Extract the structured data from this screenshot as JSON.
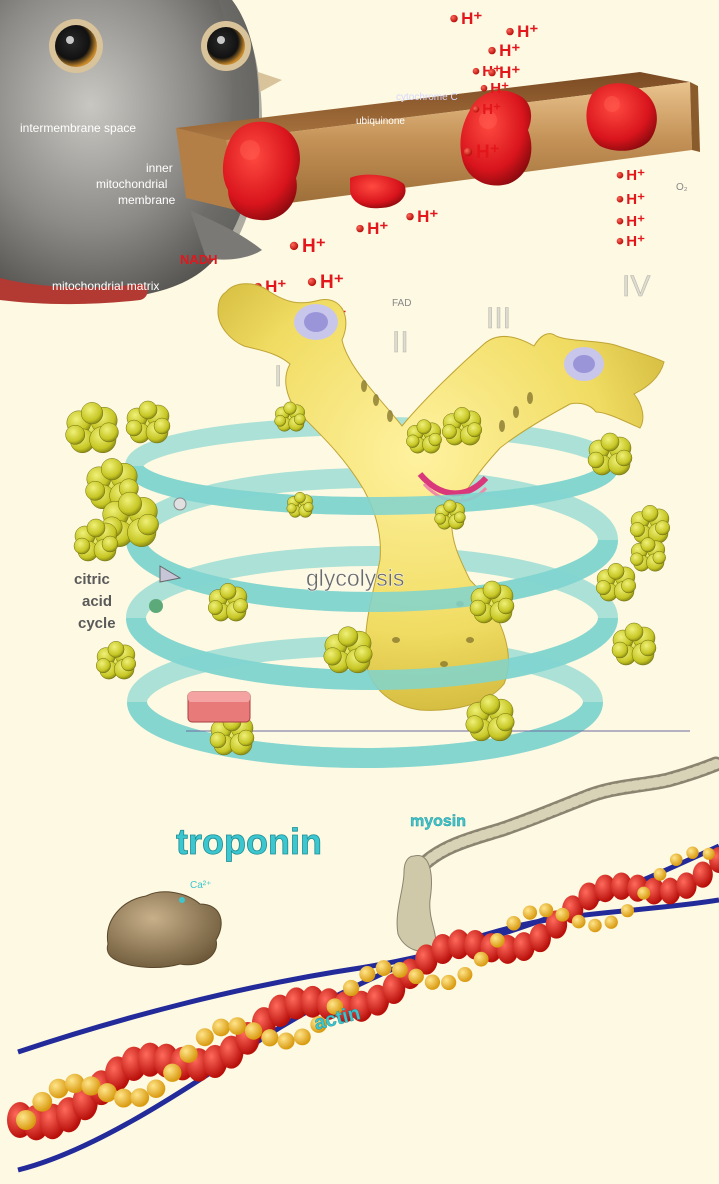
{
  "labels": {
    "intermembrane_space": "intermembrane space",
    "inner_membrane_1": "inner",
    "inner_membrane_2": "mitochondrial",
    "inner_membrane_3": "membrane",
    "matrix": "mitochondrial matrix",
    "nadh": "NADH",
    "cytochrome_c": "cytochrome C",
    "ubiquinone": "ubiquinone",
    "fad": "FAD",
    "o2": "O₂",
    "complex_I": "I",
    "complex_II": "II",
    "complex_III": "III",
    "complex_IV": "IV",
    "citric_1": "citric",
    "citric_2": "acid",
    "citric_3": "cycle",
    "glycolysis": "glycolysis",
    "troponin": "troponin",
    "myosin": "myosin",
    "calcium": "Ca²⁺",
    "actin": "actin",
    "proton": "H⁺"
  },
  "colors": {
    "background": "#fdf9e2",
    "membrane": "#c99a5e",
    "complex": "#d8141c",
    "proton": "#e3161b",
    "cycle_ring": "#7fd3cf",
    "enzyme": "#c9c92a",
    "glucose_body": "#f0dc62",
    "troponin_text": "#3cc6cf",
    "actin_red": "#d81a10",
    "actin_gold": "#f0b21c",
    "tropomyosin": "#232a9a",
    "myosin": "#c9c3a3"
  },
  "icons": {
    "creature": "fish-head-icon",
    "membrane_bar": "membrane-bar",
    "protein_blob": "protein-complex-icon"
  }
}
